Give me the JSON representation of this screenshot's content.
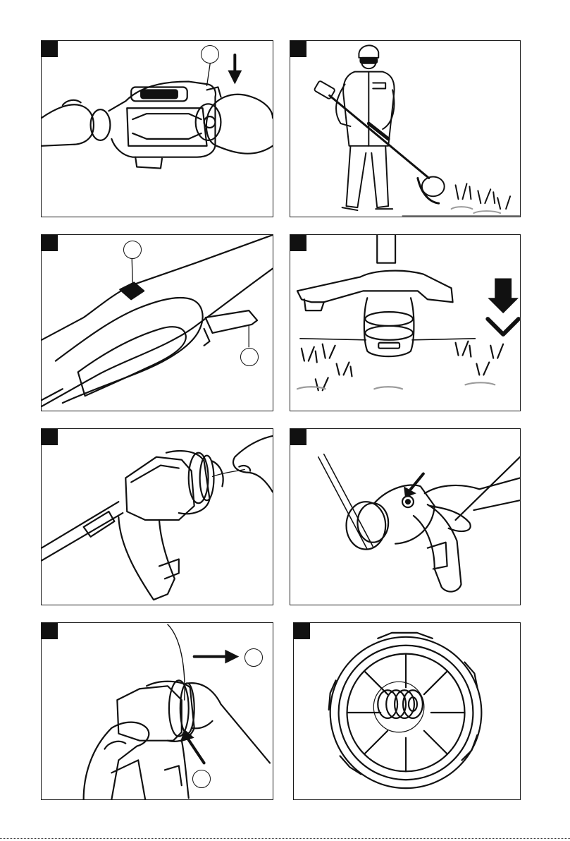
{
  "document": {
    "panels": [
      {
        "figure": "battery-insert",
        "arrow": "down",
        "callouts": 1
      },
      {
        "figure": "operator-trimming",
        "callouts": 0
      },
      {
        "figure": "trigger-handle",
        "callouts": 2
      },
      {
        "figure": "bump-feed-on-ground",
        "arrow": "down",
        "callouts": 0
      },
      {
        "figure": "threading-line",
        "callouts": 0
      },
      {
        "figure": "pressing-head-button",
        "arrow": "down-left",
        "callouts": 0
      },
      {
        "figure": "winding-spool",
        "arrow": "right",
        "callouts": 2
      },
      {
        "figure": "spool-cover",
        "callouts": 0
      }
    ],
    "colors": {
      "ink": "#111111",
      "paper": "#ffffff",
      "grey": "#9a9a9a"
    }
  }
}
